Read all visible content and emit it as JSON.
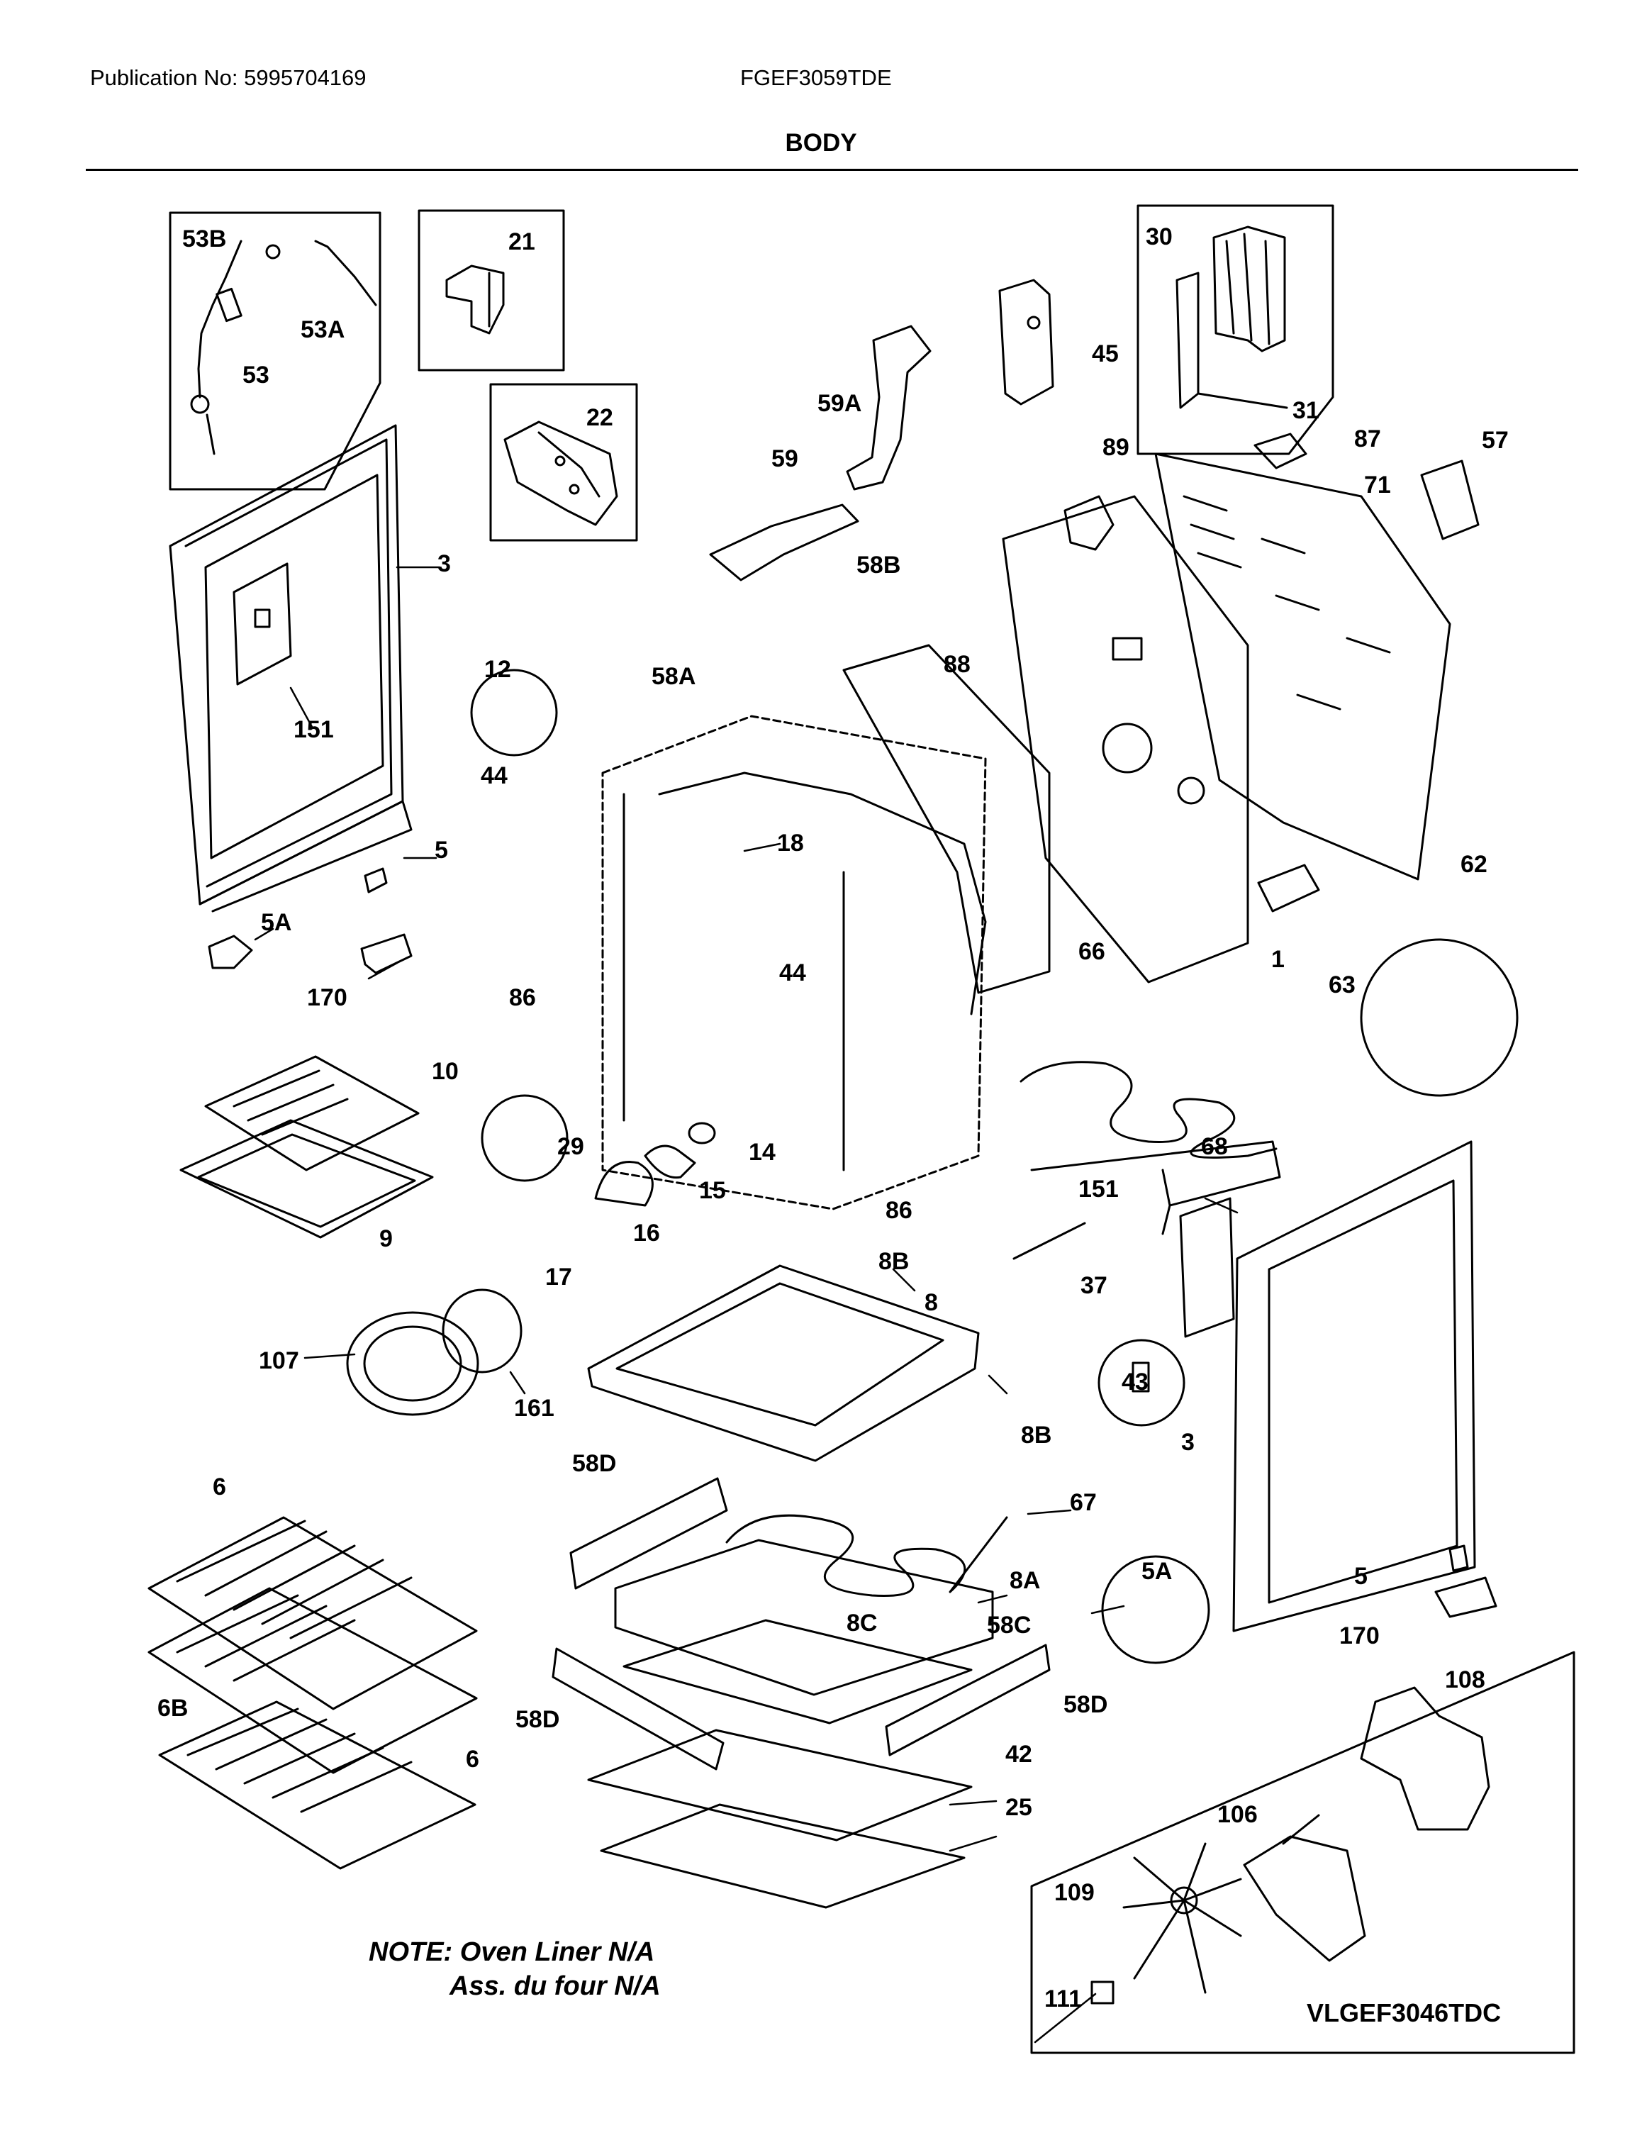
{
  "header": {
    "publication": "Publication No: 5995704169",
    "model": "FGEF3059TDE",
    "section": "BODY"
  },
  "note": {
    "line1": "NOTE: Oven Liner N/A",
    "line2": "Ass. du four N/A"
  },
  "diagram_code": "VLGEF3046TDC",
  "parts": {
    "p53B": "53B",
    "p53A": "53A",
    "p53": "53",
    "p21": "21",
    "p22": "22",
    "p30": "30",
    "p31": "31",
    "p45": "45",
    "p59A": "59A",
    "p59": "59",
    "p89": "89",
    "p87": "87",
    "p57": "57",
    "p71": "71",
    "p3a": "3",
    "p151a": "151",
    "p58B": "58B",
    "p88": "88",
    "p12": "12",
    "p58A": "58A",
    "p44a": "44",
    "p18": "18",
    "p5a": "5",
    "p5Aa": "5A",
    "p170a": "170",
    "p62": "62",
    "p1": "1",
    "p63": "63",
    "p66": "66",
    "p86a": "86",
    "p44b": "44",
    "p10": "10",
    "p29": "29",
    "p14": "14",
    "p15": "15",
    "p68": "68",
    "p9": "9",
    "p16": "16",
    "p86b": "86",
    "p151b": "151",
    "p17": "17",
    "p8B1": "8B",
    "p37": "37",
    "p8": "8",
    "p107": "107",
    "p161": "161",
    "p43": "43",
    "p8B2": "8B",
    "p3b": "3",
    "p58D1": "58D",
    "p6a": "6",
    "p67": "67",
    "p5A2": "5A",
    "p8A": "8A",
    "p5b": "5",
    "p8C": "8C",
    "p58C": "58C",
    "p170b": "170",
    "p108": "108",
    "p6B": "6B",
    "p58D2": "58D",
    "p58D3": "58D",
    "p42": "42",
    "p6b": "6",
    "p25": "25",
    "p106": "106",
    "p109": "109",
    "p111": "111"
  }
}
